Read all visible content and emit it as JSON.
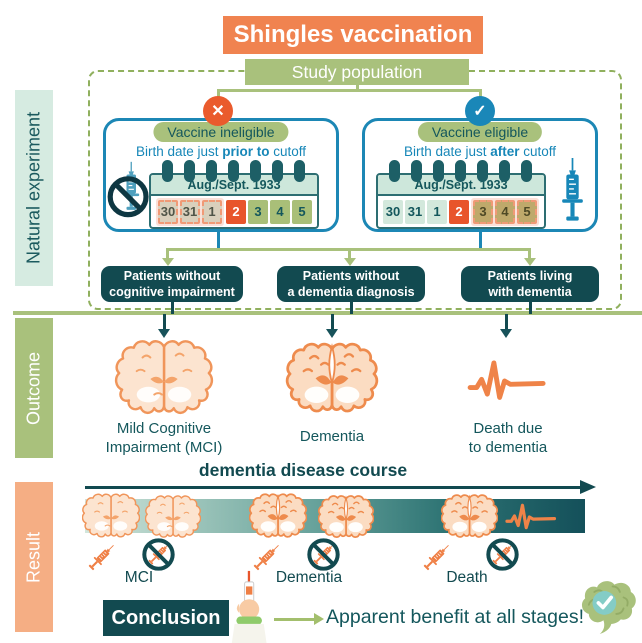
{
  "title": "Shingles vaccination",
  "study_population": "Study population",
  "sections": {
    "natural_experiment": "Natural experiment",
    "outcome": "Outcome",
    "result": "Result"
  },
  "icons": {
    "status_ineligible_glyph": "✕",
    "status_eligible_glyph": "✓",
    "ineligible_side_icon": "no-vaccine-syringe-icon",
    "eligible_side_icon": "syringe-icon",
    "outcome_icons": [
      "brain-mci-icon",
      "brain-dementia-icon",
      "ekg-flatline-icon"
    ],
    "conclusion_icons": [
      "hand-holding-syringe-icon",
      "brain-checkmark-icon"
    ]
  },
  "panels": [
    {
      "pill": "Vaccine ineligible",
      "birth_line": {
        "prefix": "Birth date just ",
        "bold": "prior to",
        "suffix": " cutoff"
      },
      "calendar": {
        "month": "Aug./Sept. 1933",
        "dates": [
          {
            "v": "30",
            "state": "birth-date-highlight"
          },
          {
            "v": "31",
            "state": "birth-date-highlight"
          },
          {
            "v": "1",
            "state": "birth-date-highlight"
          },
          {
            "v": "2",
            "state": "cutoff"
          },
          {
            "v": "3",
            "state": "after-cutoff"
          },
          {
            "v": "4",
            "state": "after-cutoff"
          },
          {
            "v": "5",
            "state": "after-cutoff"
          }
        ]
      }
    },
    {
      "pill": "Vaccine eligible",
      "birth_line": {
        "prefix": "Birth date just ",
        "bold": "after",
        "suffix": " cutoff"
      },
      "calendar": {
        "month": "Aug./Sept. 1933",
        "dates": [
          {
            "v": "30",
            "state": "before-cutoff"
          },
          {
            "v": "31",
            "state": "before-cutoff"
          },
          {
            "v": "1",
            "state": "before-cutoff"
          },
          {
            "v": "2",
            "state": "cutoff"
          },
          {
            "v": "3",
            "state": "birth-date-highlight"
          },
          {
            "v": "4",
            "state": "birth-date-highlight"
          },
          {
            "v": "5",
            "state": "birth-date-highlight"
          }
        ]
      }
    }
  ],
  "cohort_boxes": [
    {
      "line1": "Patients without",
      "line2": "cognitive impairment"
    },
    {
      "line1": "Patients without",
      "line2": "a dementia diagnosis"
    },
    {
      "line1": "Patients living",
      "line2": "with dementia"
    }
  ],
  "outcomes": [
    {
      "line1": "Mild Cognitive",
      "line2": "Impairment (MCI)"
    },
    {
      "line1": "Dementia",
      "line2": ""
    },
    {
      "line1": "Death due",
      "line2": "to dementia"
    }
  ],
  "result": {
    "axis_label": "dementia disease course",
    "stages": [
      {
        "label": "MCI"
      },
      {
        "label": "Dementia"
      },
      {
        "label": "Death"
      }
    ]
  },
  "conclusion": {
    "label": "Conclusion",
    "text": "Apparent benefit at all stages!"
  },
  "colors": {
    "banner_orange": "#F08350",
    "olive_green": "#A9C17C",
    "mint": "#D6EBE1",
    "panel_blue": "#1C87B5",
    "dark_teal": "#124A50",
    "cutoff_orange": "#E8552B",
    "result_peach": "#F5AE84",
    "ekg_orange": "#EF8348"
  }
}
